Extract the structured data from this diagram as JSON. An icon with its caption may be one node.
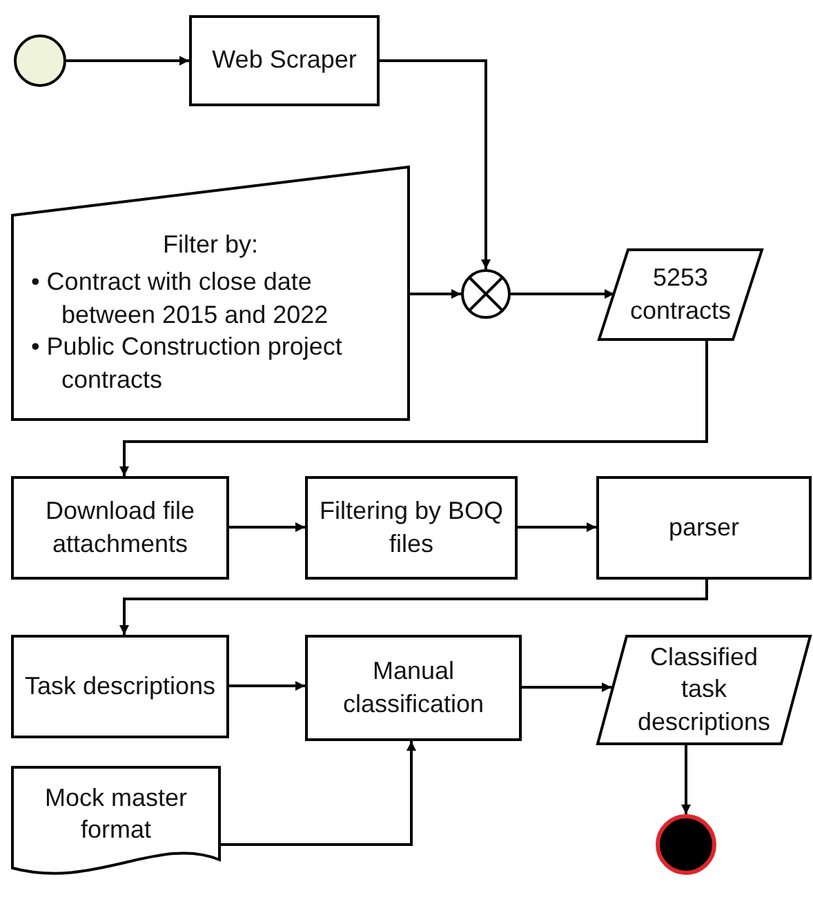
{
  "diagram": {
    "nodes": [
      {
        "text": [],
        "shape": "circle"
      },
      {
        "text": [
          "Web Scraper"
        ]
      },
      {
        "text": [
          "Filter by:",
          "• Contract with close date between 2015 and 2022",
          "• Public Construction project contracts"
        ]
      },
      {
        "text": [],
        "shape": "circle"
      },
      {
        "text": [
          "5253 contracts"
        ]
      },
      {
        "text": [
          "Download file attachments"
        ]
      },
      {
        "text": [
          "Filtering by BOQ files"
        ]
      },
      {
        "text": [
          "parser"
        ]
      },
      {
        "text": [
          "Task descriptions"
        ]
      },
      {
        "text": [
          "Manual classification"
        ]
      },
      {
        "text": [
          "Classified task descriptions"
        ]
      },
      {
        "text": [
          "Mock master format"
        ]
      },
      {
        "text": [],
        "shape": "circle"
      }
    ],
    "edges": [
      {
        "from": 0,
        "to": 1,
        "arrow": "to"
      },
      {
        "from": 1,
        "to": 3,
        "arrow": "to"
      },
      {
        "from": 2,
        "to": 3,
        "arrow": "to"
      },
      {
        "from": 3,
        "to": 4,
        "arrow": "to"
      },
      {
        "from": 4,
        "to": 5,
        "arrow": "to"
      },
      {
        "from": 5,
        "to": 6,
        "arrow": "to"
      },
      {
        "from": 6,
        "to": 7,
        "arrow": "to"
      },
      {
        "from": 7,
        "to": 8,
        "arrow": "to"
      },
      {
        "from": 8,
        "to": 9,
        "arrow": "to"
      },
      {
        "from": 9,
        "to": 10,
        "arrow": "to"
      },
      {
        "from": 10,
        "to": 12,
        "arrow": "to"
      },
      {
        "from": 11,
        "to": 9,
        "arrow": "to"
      }
    ]
  }
}
